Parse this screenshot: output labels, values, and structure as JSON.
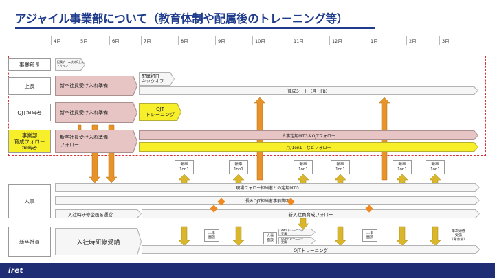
{
  "title": "アジャイル事業部について（教育体制や配属後のトレーニング等）",
  "months": [
    "4月",
    "5月",
    "6月",
    "7月",
    "8月",
    "9月",
    "10月",
    "11月",
    "12月",
    "1月",
    "2月",
    "3月"
  ],
  "roles": {
    "manager": "事業部長",
    "boss": "上長",
    "ojt": "OJT担当者",
    "edu": "事業部\n育成フォロー\n担当者",
    "hr": "人事",
    "newhire": "新卒社員"
  },
  "manager_note": "配属チーム決め&上長アサイン",
  "prep": {
    "boss": "新卒社員受け入れ準備",
    "ojt": "新卒社員受け入れ準備",
    "edu": "新卒社員受け入れ準備\nフォロー"
  },
  "kickoff": "配属初日\nキックオフ",
  "growth_sheet": "育成シート（月一FB）",
  "ojt_training_bubble": "OJT\nトレーニング",
  "hr_meeting": "人事定期MTG＆OJTフォロー",
  "monthly_1on1": "月/1on1　などフォロー",
  "oneonone": "新卒\n1on1",
  "hr_rows": {
    "regular_mtg": "現場フォロー担当者との定期MTG",
    "briefing": "上長＆OJT担当者事前説明会",
    "planning": "入社時研修企画＆運営",
    "followup": "新入社員育成フォロー"
  },
  "newhire_rows": {
    "training": "入社時研修受講",
    "ojt_training": "OJTトレーニング",
    "interview": "人事\n面談",
    "aws_training": "AWSトレーニング\n受講",
    "gcp_training": "GCPトレーニング\n受講",
    "annual_training": "年次研修\n受講\n（発表会）"
  },
  "logo": "iret",
  "colors": {
    "title_blue": "#1f3b8c",
    "dash_red": "#d4333a",
    "highlight_yellow": "#f8ef2b",
    "prep_pink": "#e8c5c5",
    "arrow_orange": "#e8922a",
    "arrow_gold": "#d9b62b",
    "footer_navy": "#1f2d75"
  }
}
